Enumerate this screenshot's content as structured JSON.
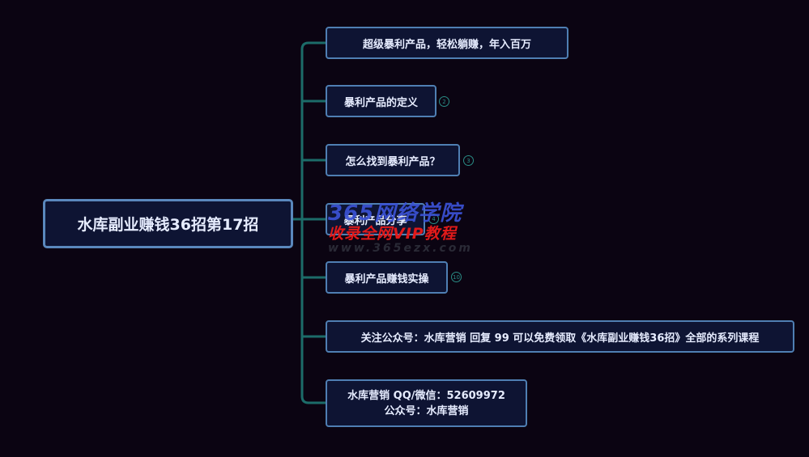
{
  "root": {
    "label": "水库副业赚钱36招第17招"
  },
  "branches": [
    {
      "label": "超级暴利产品，轻松躺赚，年入百万",
      "badge": ""
    },
    {
      "label": "暴利产品的定义",
      "badge": "2"
    },
    {
      "label": "怎么找到暴利产品？",
      "badge": "3"
    },
    {
      "label": "暴利产品分享",
      "badge": "4"
    },
    {
      "label": "暴利产品赚钱实操",
      "badge": "10"
    },
    {
      "label": "关注公众号：水库营销 回复 99 可以免费领取《水库副业赚钱36招》全部的系列课程",
      "badge": ""
    },
    {
      "label_line1": "水库营销  QQ/微信：52609972",
      "label_line2": "公众号：水库营销",
      "badge": ""
    }
  ],
  "watermark": {
    "line1": "365网络学院",
    "line2": "收录全网VIP教程",
    "line3": "www.365ezx.com"
  },
  "colors": {
    "background": "#0b0412",
    "node_fill": "#0e1433",
    "node_border": "#4f7fb3",
    "connector": "#1c6c69"
  }
}
